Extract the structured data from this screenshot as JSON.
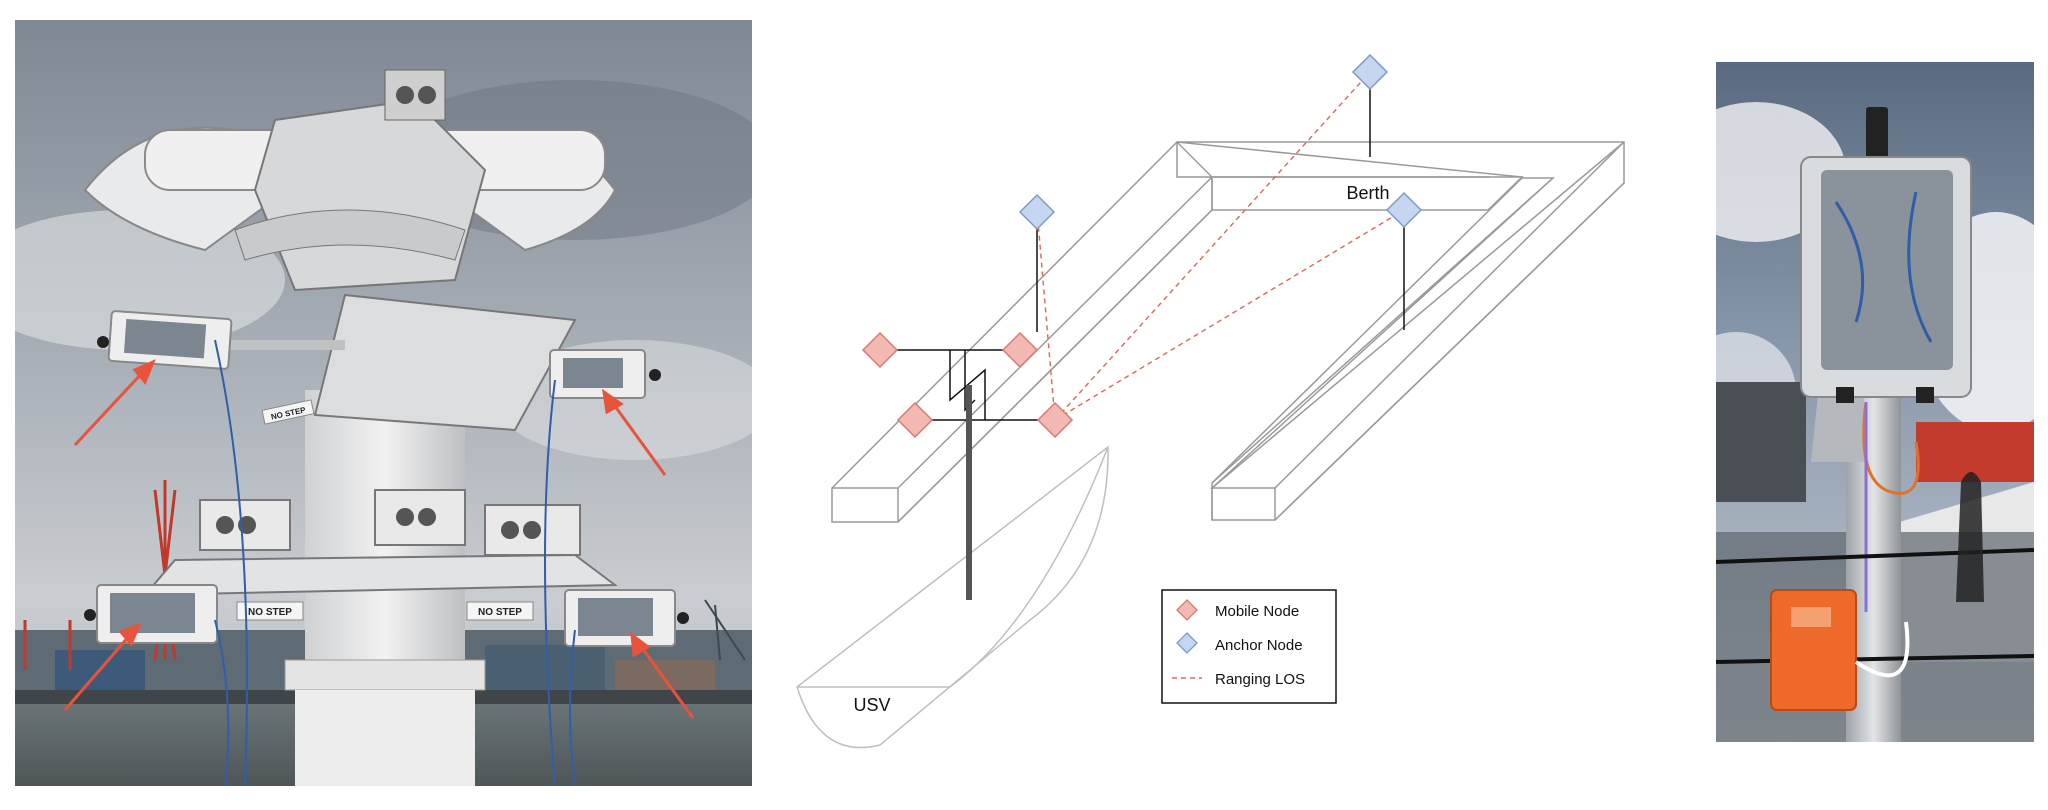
{
  "diagram": {
    "berth_label": "Berth",
    "usv_label": "USV",
    "legend": {
      "items": [
        {
          "label": "Mobile Node",
          "color": "#f4b8b3"
        },
        {
          "label": "Anchor Node",
          "color": "#c7d6f0"
        },
        {
          "label": "Ranging LOS",
          "color": "#d9695a"
        }
      ]
    }
  },
  "photo_left": {
    "stickers": [
      "NO STEP",
      "NO STEP",
      "NO STEP"
    ],
    "arrow_color": "#e8533b"
  },
  "photo_right": {
    "enclosure_color": "#ee6a2a"
  }
}
